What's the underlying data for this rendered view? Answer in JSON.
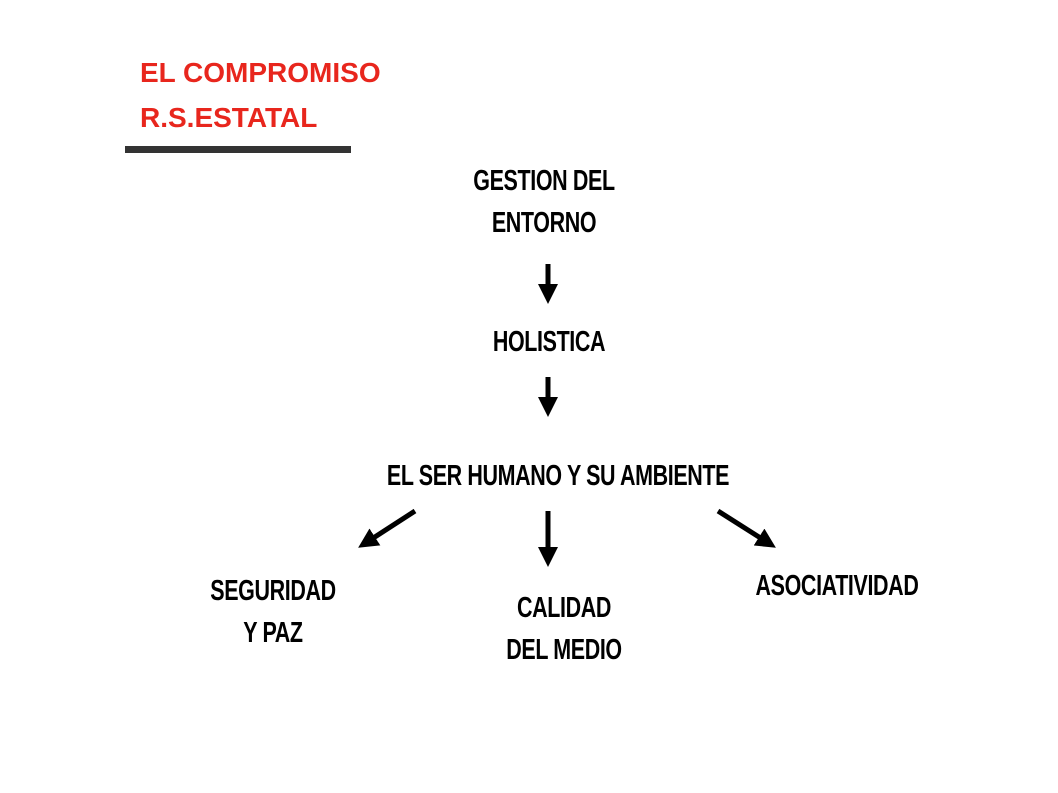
{
  "header": {
    "title_line_1": "EL COMPROMISO",
    "title_line_2": "R.S.ESTATAL",
    "title_color": "#e8261d",
    "underline_color": "#333333"
  },
  "nodes": {
    "gestion": {
      "line_1": "GESTION DEL",
      "line_2": "ENTORNO"
    },
    "holistica": {
      "line_1": "HOLISTICA"
    },
    "ser_humano": {
      "line_1": "EL SER HUMANO Y SU AMBIENTE"
    },
    "seguridad": {
      "line_1": "SEGURIDAD",
      "line_2": "Y PAZ"
    },
    "calidad": {
      "line_1": "CALIDAD",
      "line_2": "DEL MEDIO"
    },
    "asociatividad": {
      "line_1": "ASOCIATIVIDAD"
    }
  },
  "edges": [
    {
      "from": "gestion",
      "to": "holistica"
    },
    {
      "from": "holistica",
      "to": "ser_humano"
    },
    {
      "from": "ser_humano",
      "to": "seguridad"
    },
    {
      "from": "ser_humano",
      "to": "calidad"
    },
    {
      "from": "ser_humano",
      "to": "asociatividad"
    }
  ]
}
